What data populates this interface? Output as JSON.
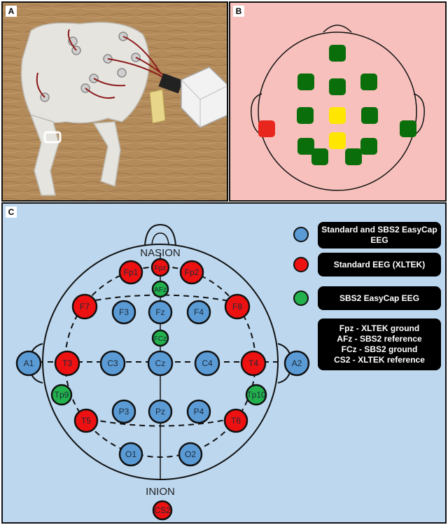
{
  "panels": {
    "a": {
      "letter": "A"
    },
    "b": {
      "letter": "B"
    },
    "c": {
      "letter": "C"
    }
  },
  "colors": {
    "blue": "#5b9bd5",
    "red": "#ee1111",
    "green": "#22b14c",
    "panel_b_green": "#0a6e0a",
    "panel_b_yellow": "#ffe600",
    "panel_b_red": "#e8261e"
  },
  "map": {
    "nasion": "NASION",
    "inion": "INION",
    "electrodes": {
      "fpz": "Fpz",
      "fp1": "Fp1",
      "fp2": "Fp2",
      "afz": "AFz",
      "f7": "F7",
      "f3": "F3",
      "fz": "Fz",
      "f4": "F4",
      "f8": "F8",
      "fcz": "FCz",
      "a1": "A1",
      "t3": "T3",
      "c3": "C3",
      "cz": "Cz",
      "c4": "C4",
      "t4": "T4",
      "a2": "A2",
      "tp9": "Tp9",
      "tp10": "Tp10",
      "t5": "T5",
      "p3": "P3",
      "pz": "Pz",
      "p4": "P4",
      "t6": "T6",
      "o1": "O1",
      "o2": "O2",
      "cs2": "CS2"
    }
  },
  "legend": {
    "standard_sbs2": "Standard and SBS2 EasyCap EEG",
    "standard_xltek": "Standard EEG (XLTEK)",
    "sbs2": "SBS2 EasyCap EEG",
    "notes": [
      "Fpz - XLTEK ground",
      "AFz - SBS2 reference",
      "FCz - SBS2 ground",
      "CS2 - XLTEK reference"
    ]
  }
}
